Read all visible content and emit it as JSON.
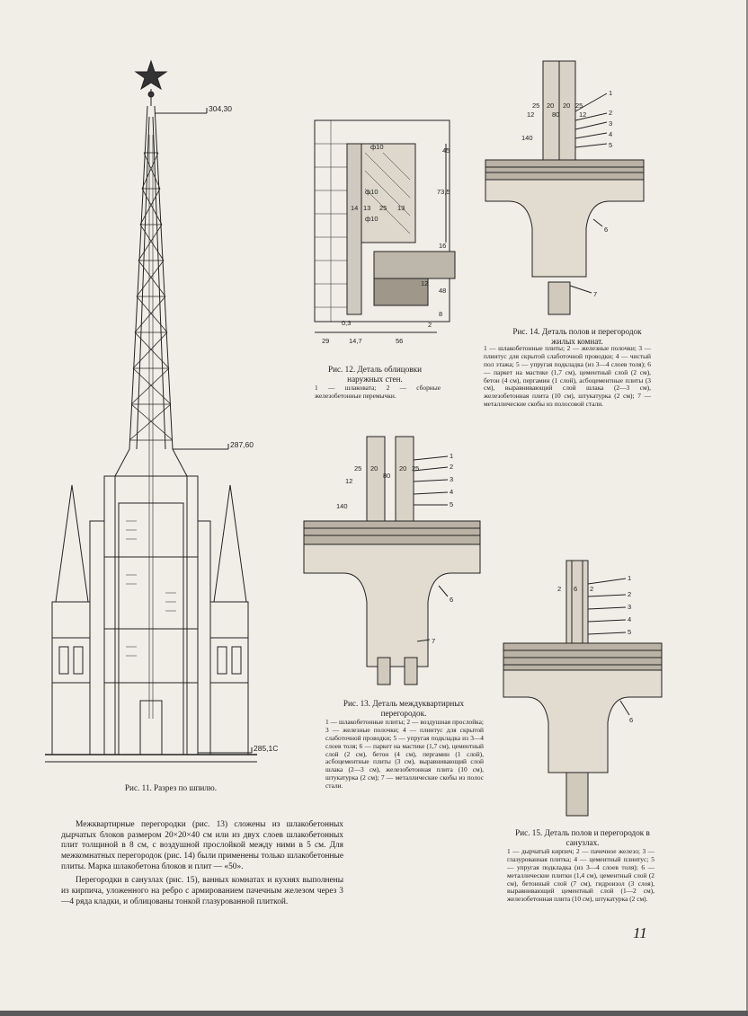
{
  "figures": {
    "fig11": {
      "caption": "Рис. 11. Разрез по шпилю.",
      "marks": [
        "304,30",
        "287,60",
        "285,1C"
      ]
    },
    "fig12": {
      "caption": "Рис. 12. Деталь облицовки наружных стен.",
      "legend": "1 — шлаковата; 2 — сборные железобетонные перемычки.",
      "dims": [
        "ф10",
        "45",
        "73,5",
        "ф10",
        "ф10",
        "14",
        "13",
        "25",
        "13",
        "16",
        "12",
        "48",
        "2",
        "8",
        "29",
        "0,3",
        "14,7",
        "56"
      ]
    },
    "fig13": {
      "caption": "Рис. 13. Деталь междуквартирных перегородок.",
      "legend": "1 — шлакобетонные плиты; 2 — воздушная прослойка; 3 — железные полочки; 4 — плинтус для скрытой слаботочной проводки; 5 — упругая подкладка из 3—4 слоев толя; 6 — паркет на мастике (1,7 см), цементный слой (2 см), бетон (4 см), пергамин (1 слой), асбоцементные плиты (3 см), выравнивающий слой шлака (2—3 см), железобетонная плита (10 см), штукатурка (2 см); 7 — металлические скобы из полос стали.",
      "dims": [
        "25",
        "20",
        "80",
        "20",
        "25",
        "12",
        "140"
      ]
    },
    "fig14": {
      "caption": "Рис. 14. Деталь полов и перегородок жилых комнат.",
      "legend": "1 — шлакобетонные плиты; 2 — железные полочки; 3 — плинтус для скрытой слаботочной проводки; 4 — чистый пол этажа; 5 — упругая подкладка (из 3—4 слоев толя); 6 — паркет на мастике (1,7 см), цементный слой (2 см), бетон (4 см), пергамин (1 слой), асбоцементные плиты (3 см), выравнивающий слой шлака (2—3 см), железобетонная плита (10 см), штукатурка (2 см); 7 — металлические скобы из полосовой стали.",
      "dims": [
        "25",
        "20",
        "20",
        "25",
        "12",
        "80",
        "12",
        "140"
      ]
    },
    "fig15": {
      "caption": "Рис. 15. Деталь полов и перегородок в санузлах.",
      "legend": "1 — дырчатый кирпич; 2 — пачечное железо; 3 — глазурованная плитка; 4 — цементный плинтус; 5 — упругая подкладка (из 3—4 слоев толя); 6 — металлические плитки (1,4 см), цементный слой (2 см), бетонный слой (7 см), гидроизол (3 слоя), выравнивающий цементный слой (1—2 см), железобетонная плита (10 см), штукатурка (2 см).",
      "dims": [
        "2",
        "6",
        "2"
      ]
    }
  },
  "body_text": {
    "p1": "Межквартирные перегородки (рис. 13) сложены из шлакобетонных дырчатых блоков размером 20×20×40 см или из двух слоев шлакобетонных плит толщиной в 8 см, с воздушной прослойкой между ними в 5 см. Для межкомнатных перегородок (рис. 14) были применены только шлакобетонные плиты. Марка шлакобетона блоков и плит — «50».",
    "p2": "Перегородки в санузлах (рис. 15), ванных комнатах и кухнях выполнены из кирпича, уложенного на ребро с армированием пачечным железом через 3—4 ряда кладки, и облицованы тонкой глазурованной плиткой."
  },
  "page_number": "11"
}
